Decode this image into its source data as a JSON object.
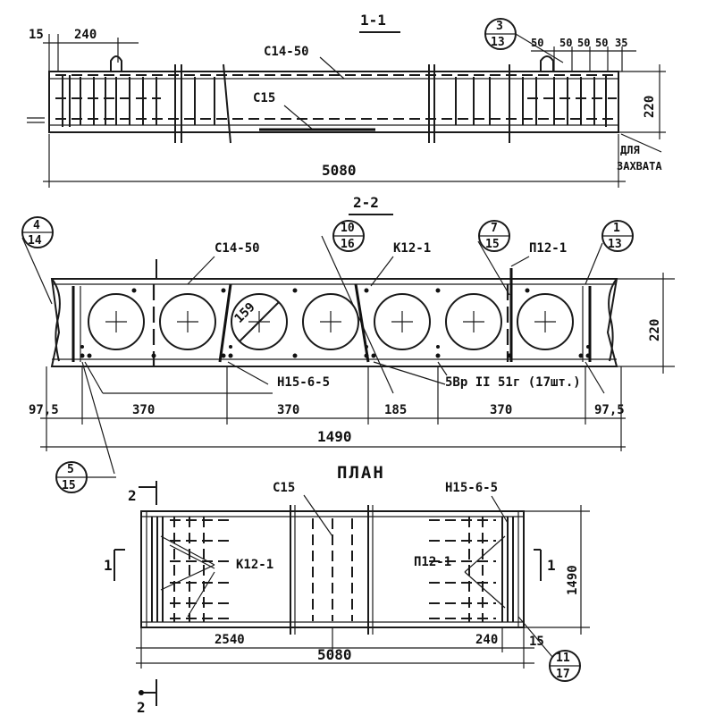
{
  "section_1_1": {
    "title": "1-1",
    "dim_15": "15",
    "dim_240": "240",
    "callout_top": "3",
    "callout_bottom": "13",
    "mesh_label": "С14-50",
    "mesh_label_2": "С15",
    "dims_right": [
      "50",
      "50",
      "50",
      "50",
      "35"
    ],
    "height": "220",
    "length": "5080",
    "grip_label_1": "ДЛЯ",
    "grip_label_2": "ЗАХВАТА"
  },
  "section_2_2": {
    "title": "2-2",
    "mesh_label": "С14-50",
    "frame_label": "К12-1",
    "p_label": "П12-1",
    "diameter": "159",
    "height": "220",
    "n_label": "Н15-6-5",
    "wire_label": "5Вр II 51г (17шт.)",
    "dims": [
      "97,5",
      "370",
      "370",
      "185",
      "370",
      "97,5"
    ],
    "width": "1490",
    "callouts": [
      {
        "top": "4",
        "bottom": "14"
      },
      {
        "top": "10",
        "bottom": "16"
      },
      {
        "top": "7",
        "bottom": "15"
      },
      {
        "top": "1",
        "bottom": "13"
      },
      {
        "top": "5",
        "bottom": "15"
      }
    ]
  },
  "plan": {
    "title": "ПЛАН",
    "cut_2_top": "2",
    "cut_2_bottom": "2",
    "cut_1_left": "1",
    "cut_1_right": "1",
    "mesh_label": "С15",
    "n_label": "Н15-6-5",
    "frame_label": "К12-1",
    "p_label": "П12-1",
    "width": "1490",
    "dim_half": "2540",
    "dim_240": "240",
    "dim_15": "15",
    "length": "5080",
    "callout_top": "11",
    "callout_bottom": "17"
  }
}
